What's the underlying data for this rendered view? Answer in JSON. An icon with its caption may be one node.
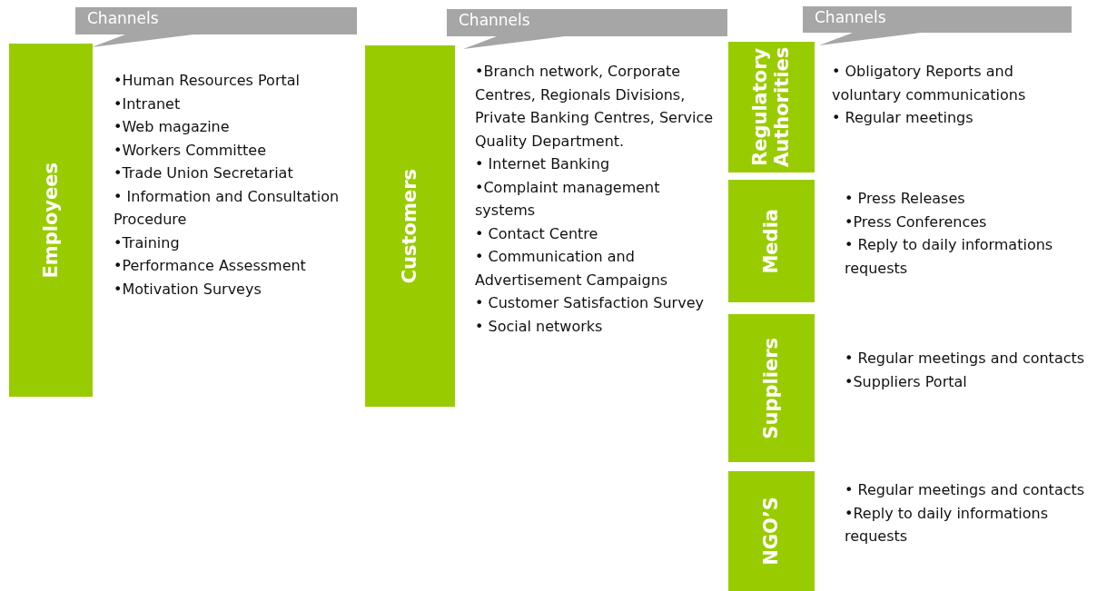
{
  "diagram": {
    "nodes": [
      {
        "text": [
          "Channels"
        ]
      },
      {
        "text": [
          "Employees"
        ],
        "beside": [
          "•Human Resources Portal",
          "•Intranet",
          "•Web magazine",
          "•Workers Committee",
          "•Trade Union Secretariat",
          "• Information and Consultation Procedure",
          "•Training",
          "•Performance Assessment",
          "•Motivation Surveys"
        ]
      },
      {
        "text": [
          "Channels"
        ]
      },
      {
        "text": [
          "Customers"
        ],
        "beside": [
          "•Branch network, Corporate Centres, Regionals Divisions, Private Banking Centres, Service Quality Department.",
          "• Internet Banking",
          "•Complaint management systems",
          "• Contact Centre",
          "• Communication and Advertisement  Campaigns",
          "• Customer Satisfaction Survey",
          "• Social networks"
        ]
      },
      {
        "text": [
          "Channels"
        ]
      },
      {
        "text": [
          "Regulatory Authorities"
        ],
        "beside": [
          "• Obligatory Reports and voluntary communications",
          "• Regular meetings"
        ]
      },
      {
        "text": [
          "Media"
        ],
        "beside": [
          "• Press Releases",
          "•Press Conferences",
          "• Reply to daily informations requests"
        ]
      },
      {
        "text": [
          "Suppliers"
        ],
        "beside": [
          "• Regular meetings and contacts",
          "•Suppliers Portal"
        ]
      },
      {
        "text": [
          "NGO’S"
        ],
        "beside": [
          "• Regular meetings and contacts",
          "•Reply to daily informations requests"
        ]
      }
    ]
  }
}
